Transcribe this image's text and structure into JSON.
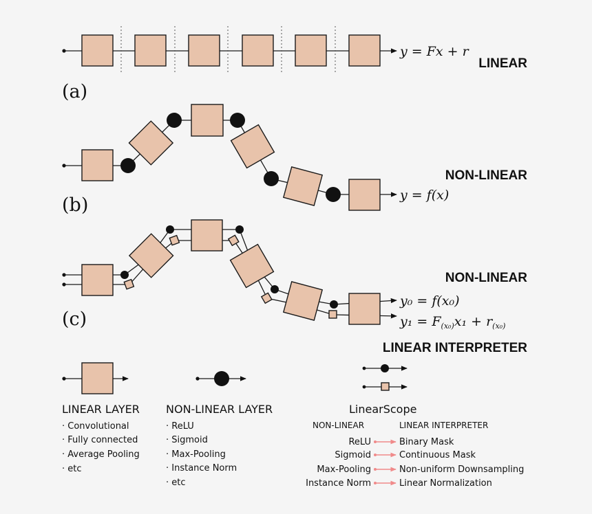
{
  "panels": {
    "a": {
      "label": "(a)",
      "tag": "LINEAR",
      "output": "y = Fx + r"
    },
    "b": {
      "label": "(b)",
      "tag": "NON-LINEAR",
      "output": "y = f(x)"
    },
    "c": {
      "label": "(c)",
      "tag_top": "NON-LINEAR",
      "tag_bottom": "LINEAR INTERPRETER",
      "output_0": "y₀ = f(x₀)",
      "output_1_main": "y₁ = F",
      "output_1_sub_a": "(x₀)",
      "output_1_mid": "x₁ + r",
      "output_1_sub_b": "(x₀)"
    }
  },
  "legend": {
    "linear_layer": {
      "title": "LINEAR LAYER",
      "items": [
        "· Convolutional",
        "· Fully connected",
        "· Average Pooling",
        "· etc"
      ]
    },
    "nonlinear_layer": {
      "title": "NON-LINEAR LAYER",
      "items": [
        "· ReLU",
        "· Sigmoid",
        "· Max-Pooling",
        "· Instance Norm",
        "· etc"
      ]
    },
    "linearscope": {
      "title": "LinearScope",
      "col_left": "NON-LINEAR",
      "col_right": "LINEAR INTERPRETER",
      "rows": [
        {
          "from": "ReLU",
          "to": "Binary Mask"
        },
        {
          "from": "Sigmoid",
          "to": "Continuous Mask"
        },
        {
          "from": "Max-Pooling",
          "to": "Non-uniform Downsampling"
        },
        {
          "from": "Instance Norm",
          "to": "Linear Normalization"
        }
      ]
    }
  },
  "colors": {
    "layer_fill": "#e8c3ab",
    "nonlinear": "#111111",
    "mapping_arrow": "#f08a8a",
    "background": "#f5f5f5"
  }
}
